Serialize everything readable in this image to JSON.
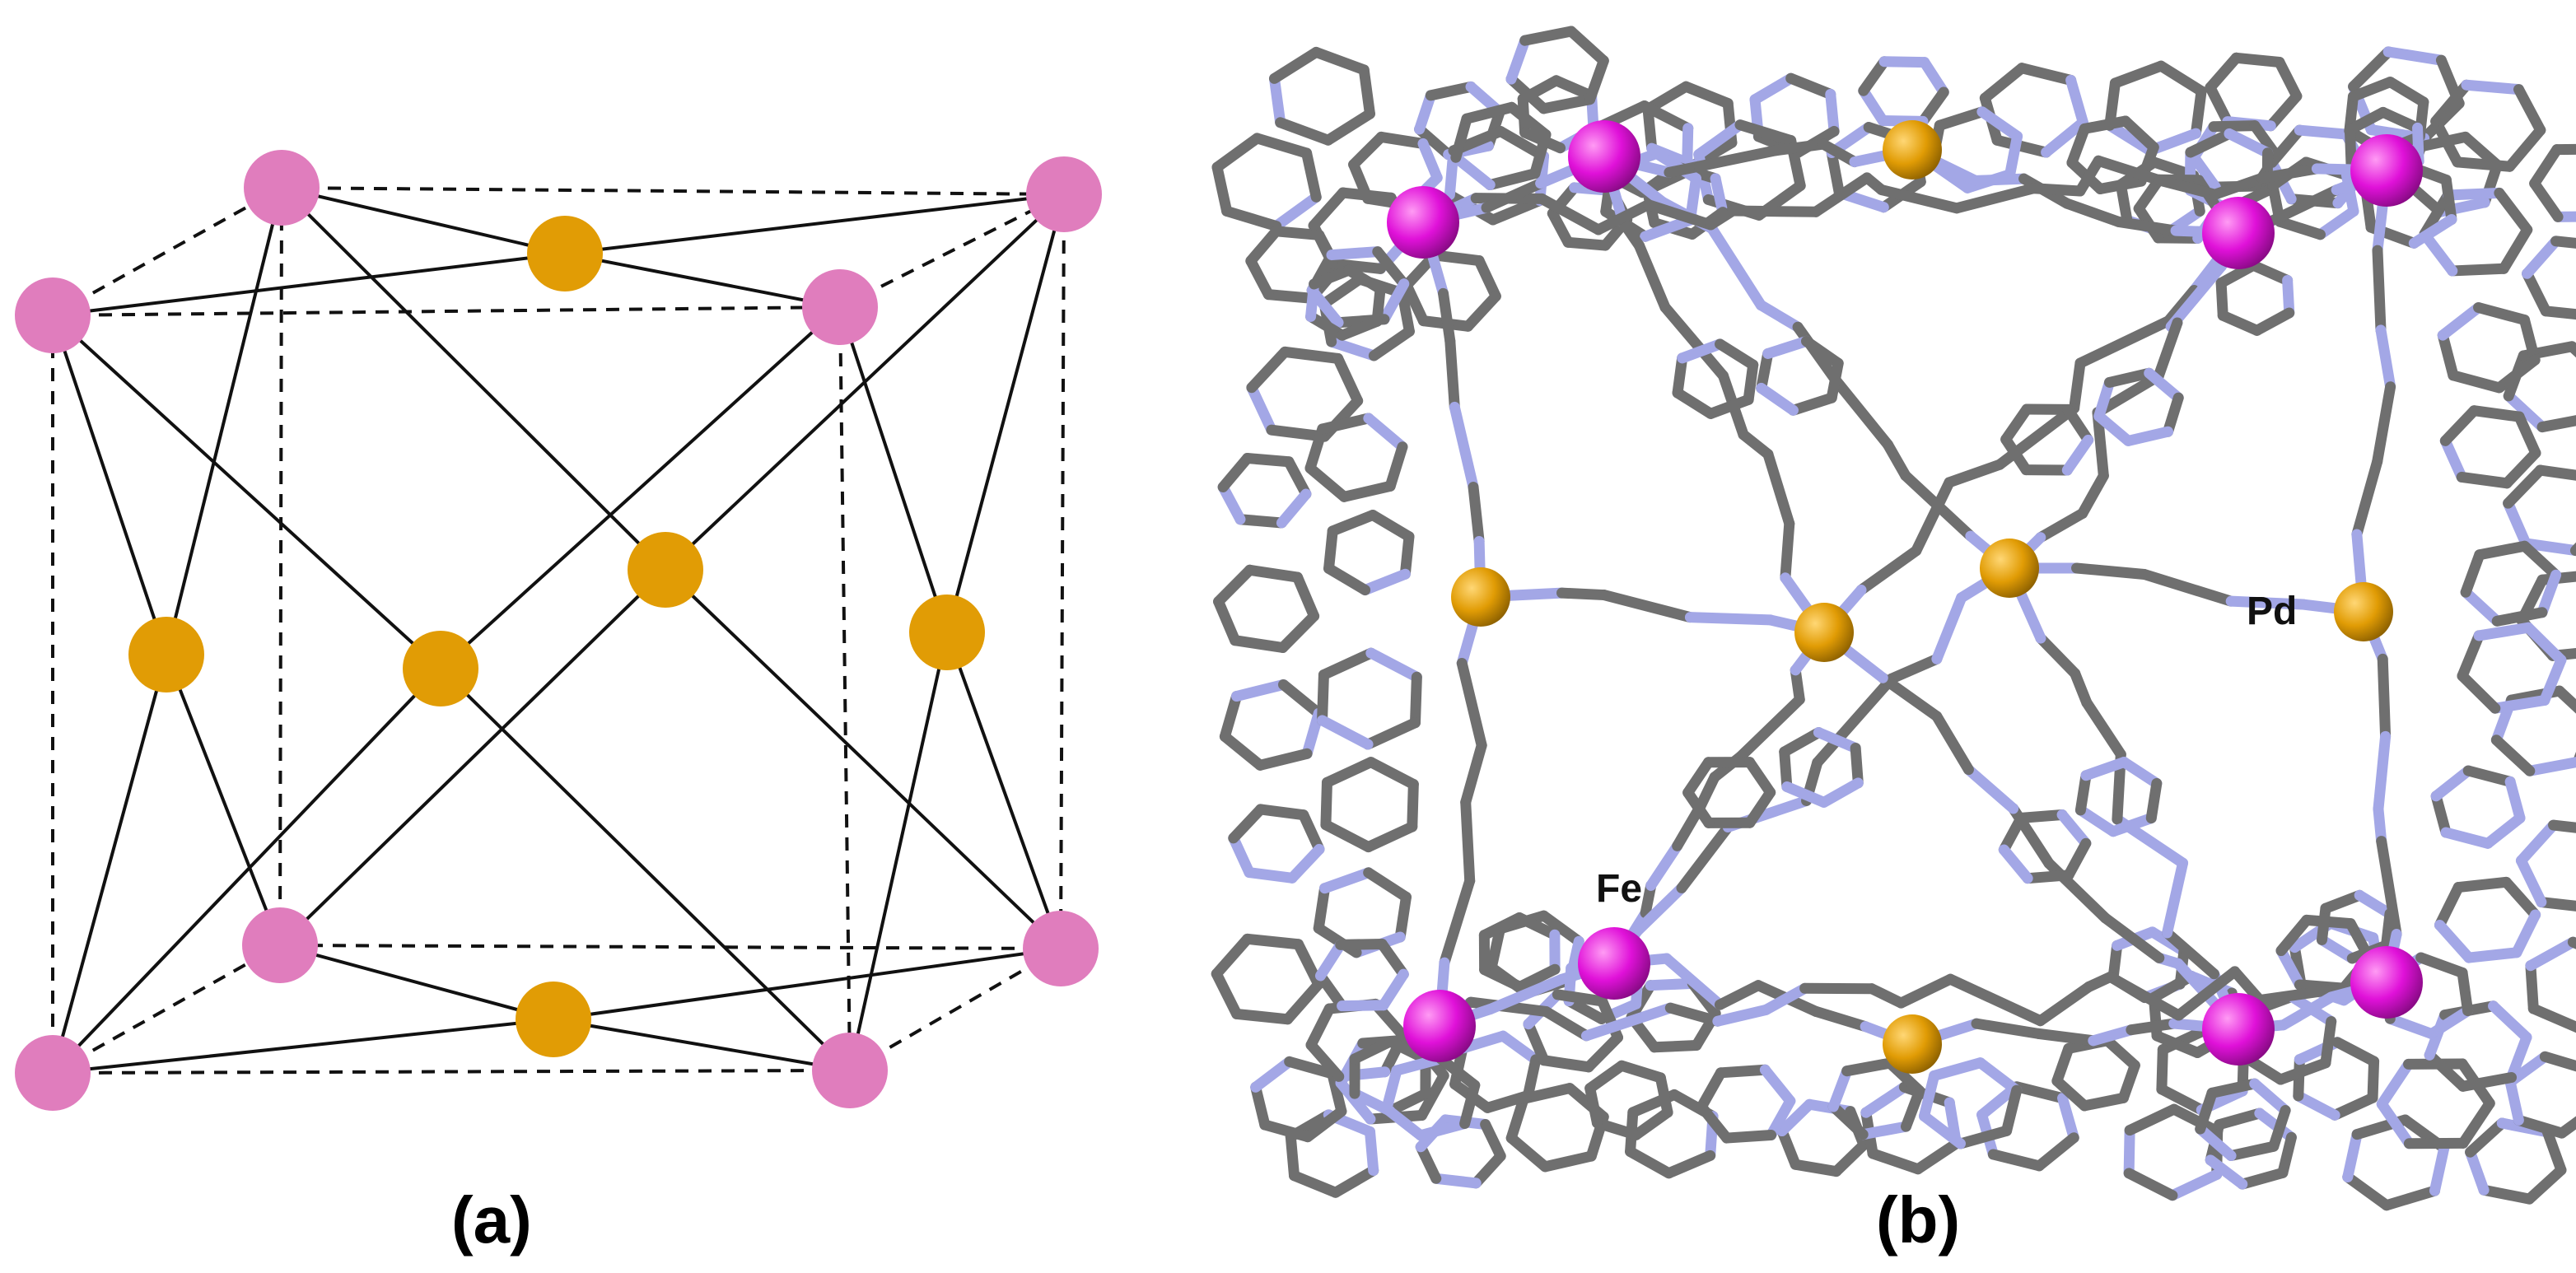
{
  "panels": [
    {
      "id": "a",
      "label": "(a)",
      "kind": "schematic-cage"
    },
    {
      "id": "b",
      "label": "(b)",
      "kind": "crystal-structure"
    }
  ],
  "atom_labels": {
    "fe": "Fe",
    "pd": "Pd"
  },
  "colors": {
    "fe_schematic": "#e07dbd",
    "pd": "#e19c05",
    "fe_crystal": "#e011d9",
    "carbon_bond": "#6f6f6f",
    "nitrogen_bond": "#a3a7e6",
    "edge": "#111111"
  }
}
